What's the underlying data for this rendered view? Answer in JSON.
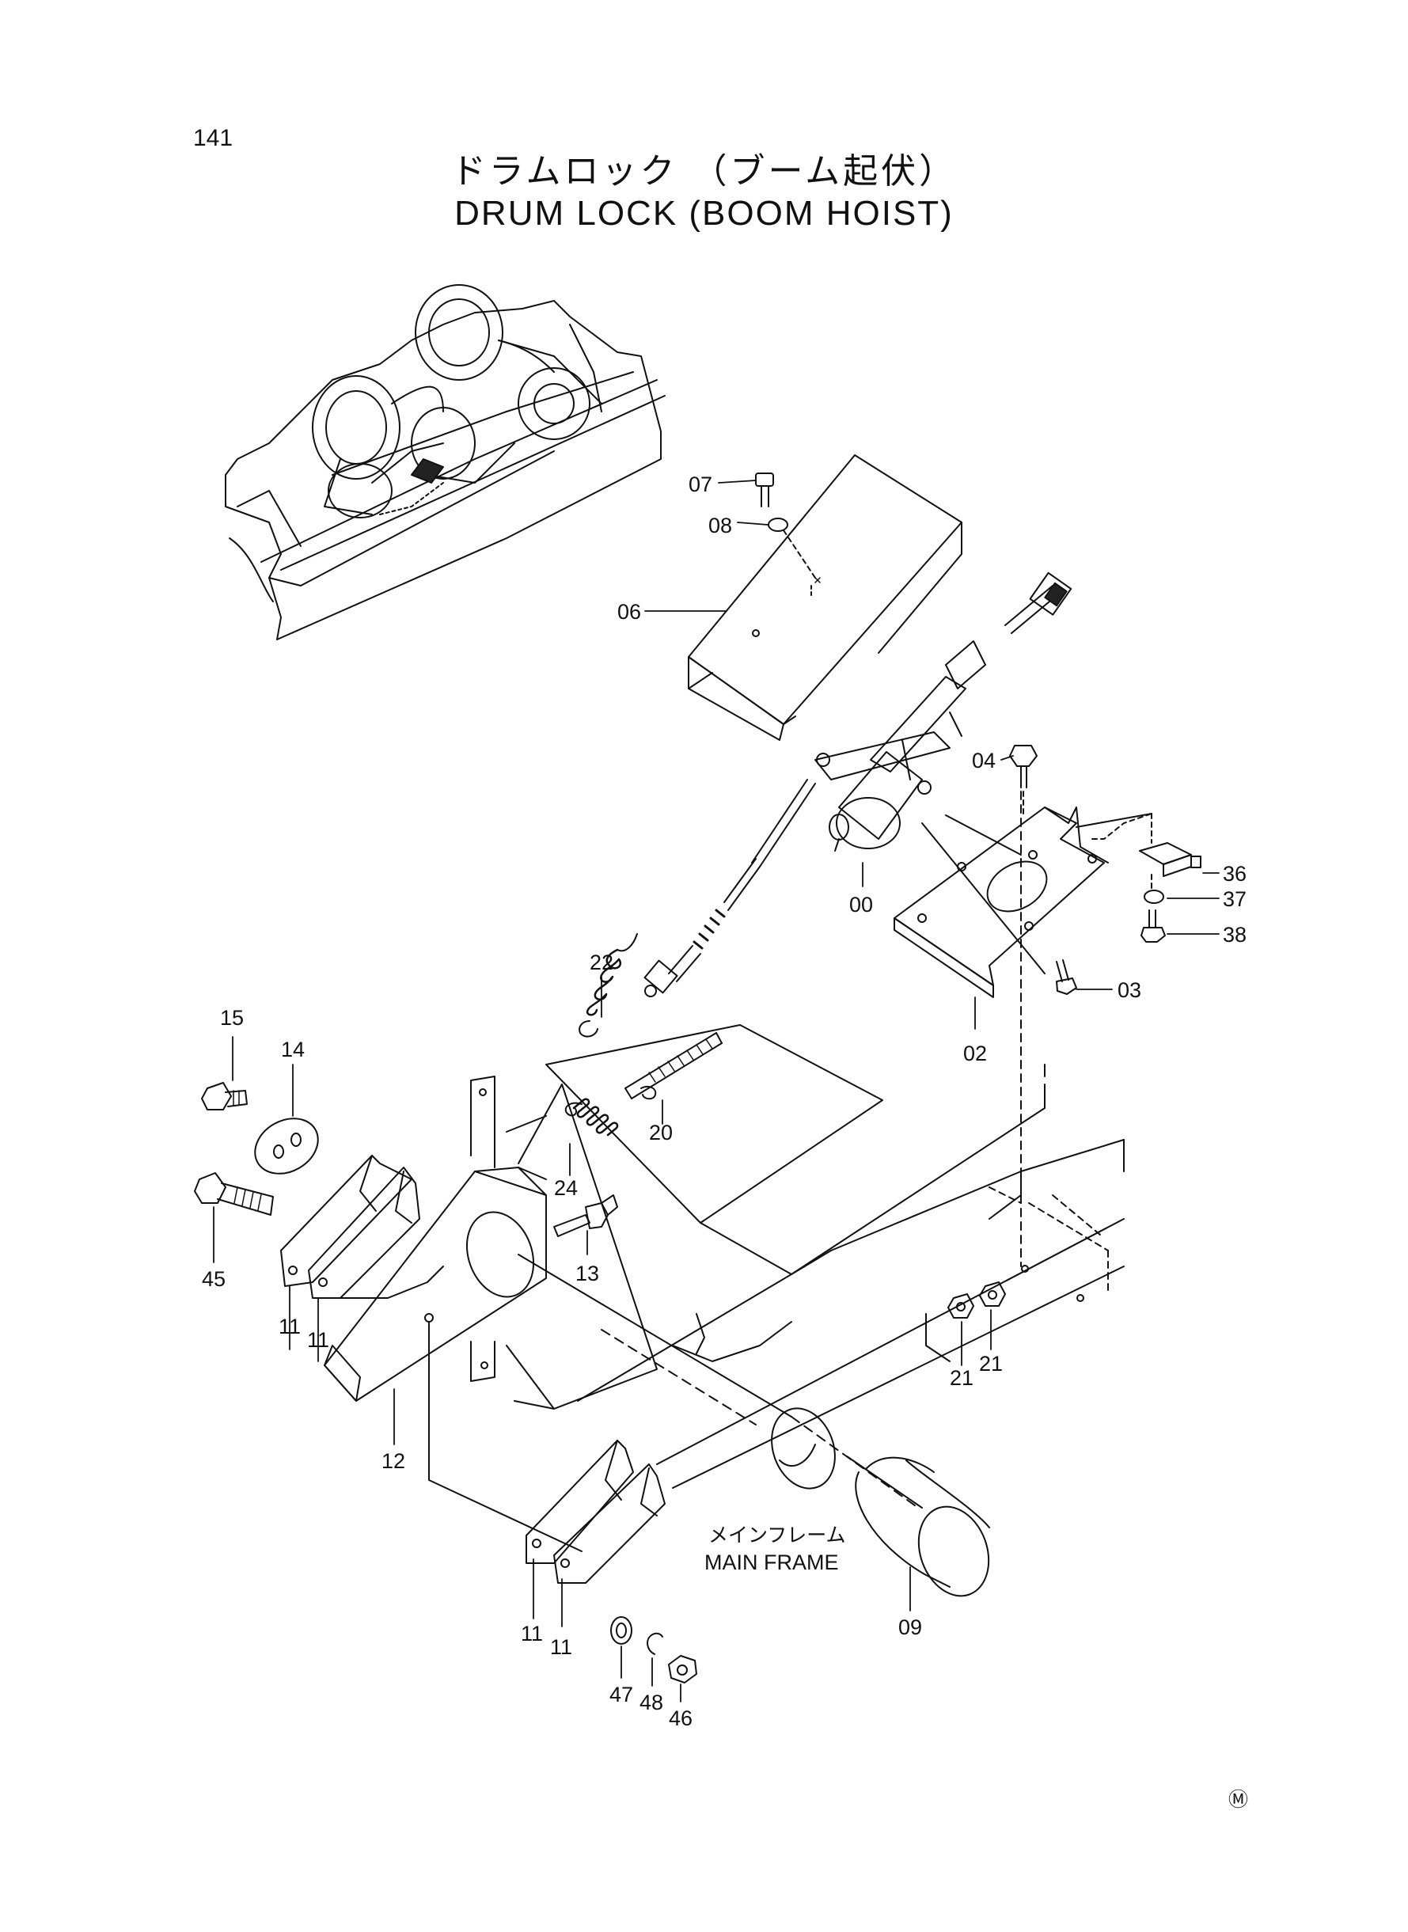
{
  "page_number": "141",
  "title_jp": "ドラムロック （ブーム起伏）",
  "title_en": "DRUM LOCK (BOOM HOIST)",
  "main_frame_jp": "メインフレーム",
  "main_frame_en": "MAIN FRAME",
  "mark": "Ⓜ",
  "part_labels": {
    "p07": "07",
    "p08": "08",
    "p06": "06",
    "p04": "04",
    "p36": "36",
    "p37": "37",
    "p38": "38",
    "p00": "00",
    "p03": "03",
    "p02": "02",
    "p22": "22",
    "p15": "15",
    "p14": "14",
    "p20": "20",
    "p24": "24",
    "p45": "45",
    "p13": "13",
    "p11a": "11",
    "p11b": "11",
    "p21a": "21",
    "p21b": "21",
    "p12": "12",
    "p09": "09",
    "p11c": "11",
    "p11d": "11",
    "p47": "47",
    "p48": "48",
    "p46": "46"
  }
}
